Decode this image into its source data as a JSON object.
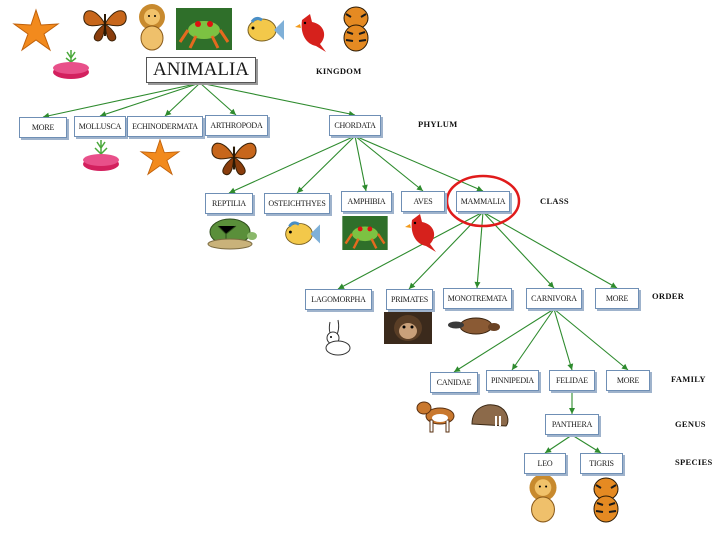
{
  "colors": {
    "line": "#2e8b2e",
    "box_border": "#6f8fb5",
    "highlight": "#e01b1b"
  },
  "root": {
    "label": "ANIMALIA"
  },
  "ranks": {
    "kingdom": "KINGDOM",
    "phylum": "PHYLUM",
    "class": "CLASS",
    "order": "ORDER",
    "family": "FAMILY",
    "genus": "GENUS",
    "species": "SPECIES"
  },
  "phyla": [
    "MORE",
    "MOLLUSCA",
    "ECHINODERMATA",
    "ARTHROPODA",
    "CHORDATA"
  ],
  "classes": [
    "REPTILIA",
    "OSTEICHTHYES",
    "AMPHIBIA",
    "AVES",
    "MAMMALIA"
  ],
  "orders": [
    "LAGOMORPHA",
    "PRIMATES",
    "MONOTREMATA",
    "CARNIVORA",
    "MORE"
  ],
  "families": [
    "CANIDAE",
    "PINNIPEDIA",
    "FELIDAE",
    "MORE"
  ],
  "genus": [
    "PANTHERA"
  ],
  "species": [
    "LEO",
    "TIGRIS"
  ],
  "highlighted": "MAMMALIA",
  "images": [
    "starfish-image",
    "butterfly-image",
    "lion-image",
    "frog-image",
    "fish-image",
    "cardinal-image",
    "tiger-image",
    "sea-anemone-image",
    "sea-anemone-image",
    "starfish-image",
    "butterfly-image",
    "turtle-image",
    "fish-image",
    "frog-image",
    "cardinal-image",
    "rabbit-image",
    "chimpanzee-image",
    "platypus-image",
    "beagle-image",
    "walrus-image",
    "lion-image",
    "tiger-image"
  ]
}
